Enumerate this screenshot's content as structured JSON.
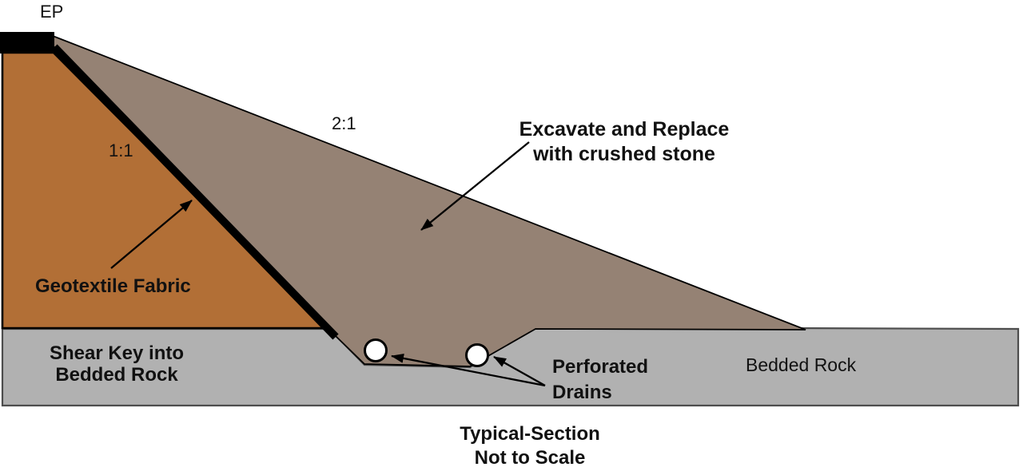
{
  "diagram": {
    "kind": "geotechnical-cross-section",
    "labels": {
      "ep": "EP",
      "slope_upper": "2:1",
      "slope_lower": "1:1",
      "excavate_line1": "Excavate and Replace",
      "excavate_line2": "with crushed stone",
      "geotextile": "Geotextile Fabric",
      "shear_key_line1": "Shear Key into",
      "shear_key_line2": "Bedded Rock",
      "drains_line1": "Perforated",
      "drains_line2": "Drains",
      "bedded_rock": "Bedded Rock",
      "caption_line1": "Typical-Section",
      "caption_line2": "Not to Scale"
    },
    "colors": {
      "existing_soil": "#b26f36",
      "crushed_stone": "#958274",
      "bedded_rock": "#b1b1b1",
      "pavement": "#000000",
      "drain_fill": "#ffffff",
      "outline": "#000000",
      "rock_outline": "#4d4d4d",
      "text": "#111111",
      "background": "#ffffff"
    }
  }
}
